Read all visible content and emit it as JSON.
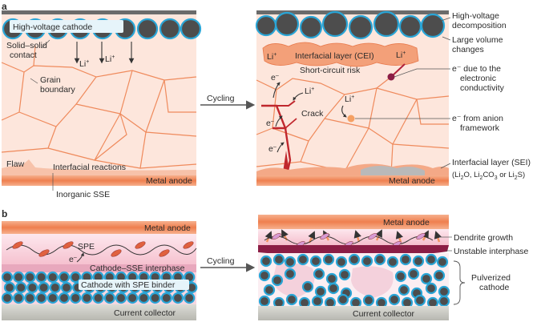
{
  "panels": {
    "a": "a",
    "b": "b"
  },
  "panel_a": {
    "left": {
      "cathode_label": "High-voltage cathode",
      "solid_contact_1": "Solid–solid",
      "solid_contact_2": "contact",
      "li_ion": "Li",
      "li_sup": "+",
      "grain_1": "Grain",
      "grain_2": "boundary",
      "flaw": "Flaw",
      "interfacial_reactions": "Interfacial reactions",
      "metal_anode": "Metal anode",
      "inorganic_sse": "Inorganic SSE"
    },
    "cycling": "Cycling",
    "right": {
      "cei": "Interfacial layer (CEI)",
      "short_circuit": "Short-circuit risk",
      "crack": "Crack",
      "e_minus": "e",
      "e_sup": "–",
      "metal_anode": "Metal anode"
    },
    "annotations": {
      "hv_decomp_1": "High-voltage",
      "hv_decomp_2": "decomposition",
      "volume_1": "Large volume",
      "volume_2": "changes",
      "elec_1": "e⁻ due to the",
      "elec_2": "electronic",
      "elec_3": "conductivity",
      "anion_1": "e⁻ from anion",
      "anion_2": "framework",
      "sei_1": "Interfacial layer (SEI)",
      "sei_2a": "(Li",
      "sei_2b": "O, Li",
      "sei_2c": "CO",
      "sei_2d": " or Li",
      "sei_2e": "S)",
      "sub2": "2",
      "sub3": "3"
    }
  },
  "panel_b": {
    "left": {
      "metal_anode": "Metal anode",
      "spe": "SPE",
      "e_minus": "e",
      "e_sup": "–",
      "interphase": "Cathode–SSE interphase",
      "cathode_binder": "Cathode with SPE binder",
      "current_collector": "Current collector"
    },
    "cycling": "Cycling",
    "right": {
      "metal_anode": "Metal anode",
      "current_collector": "Current collector"
    },
    "annotations": {
      "dendrite": "Dendrite growth",
      "unstable": "Unstable interphase",
      "pulverized_1": "Pulverized",
      "pulverized_2": "cathode"
    }
  },
  "colors": {
    "electrolyte": "#fde6dc",
    "grain_line": "#ef8a5c",
    "anode": "#f28c5e",
    "particle_ring": "#2aa5d6",
    "particle_core": "#4d4d4d",
    "crack": "#c0272d",
    "spe_band": "#f7c7d3",
    "interphase": "#8b1d45",
    "collector": "#c9c9c3"
  }
}
